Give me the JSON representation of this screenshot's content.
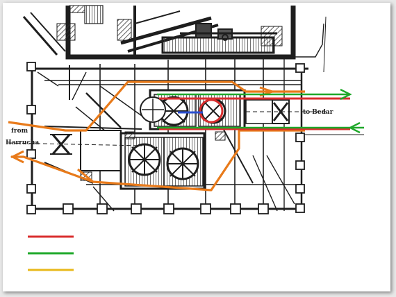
{
  "labels": {
    "to_right": "to Bedar",
    "from_left_line1": "from",
    "from_left_line2": "Harrucha"
  },
  "colors": {
    "ink": "#1e1e1e",
    "red": "#d92e2e",
    "green": "#1fa82a",
    "orange": "#e87a1a",
    "yellow": "#e8b81a",
    "blue": "#2b4fd1"
  },
  "legend": [
    {
      "color": "#d92e2e",
      "text": ""
    },
    {
      "color": "#1fa82a",
      "text": ""
    },
    {
      "color": "#e8b81a",
      "text": ""
    }
  ]
}
